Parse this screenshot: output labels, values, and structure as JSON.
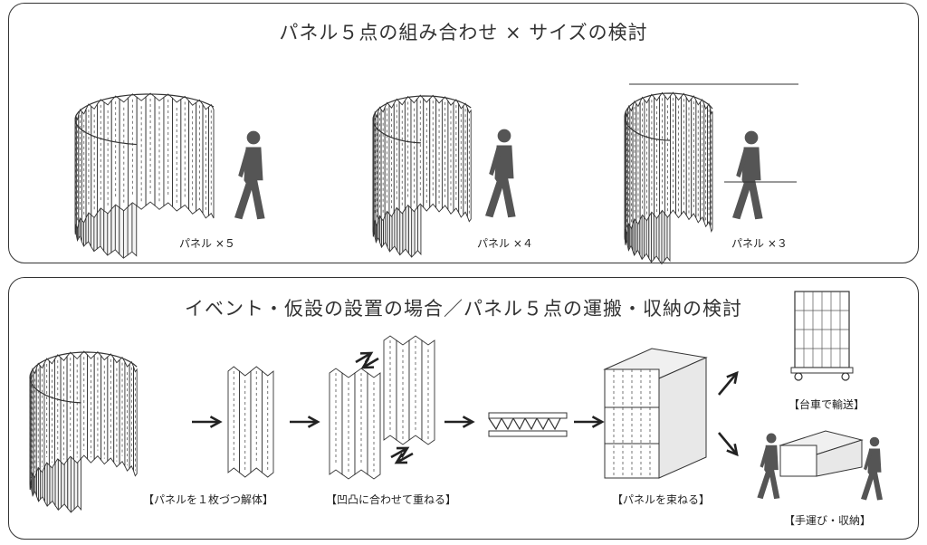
{
  "top_section": {
    "title": "パネル５点の組み合わせ × サイズの検討",
    "configs": [
      {
        "label": "パネル ×５"
      },
      {
        "label": "パネル ×４"
      },
      {
        "label": "パネル ×３"
      }
    ]
  },
  "bottom_section": {
    "title": "イベント・仮設の設置の場合／パネル５点の運搬・収納の検討",
    "steps": [
      {
        "label": "【パネルを１枚づつ解体】"
      },
      {
        "label": "【凹凸に合わせて重ねる】"
      },
      {
        "label": "【パネルを束ねる】"
      },
      {
        "label": "【台車で輸送】"
      },
      {
        "label": "【手運び・収納】"
      }
    ]
  }
}
